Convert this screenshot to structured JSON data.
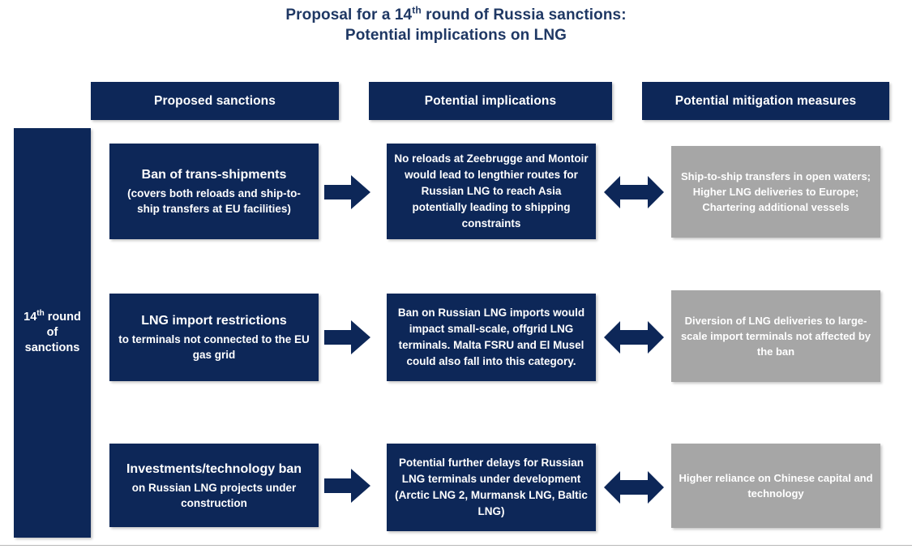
{
  "title": {
    "line1_pre": "Proposal for a 14",
    "line1_sup": "th",
    "line1_post": " round of Russia sanctions:",
    "line2": "Potential implications on LNG"
  },
  "left_bar": {
    "num": "14",
    "sup": "th",
    "line1_rest": " round",
    "line2": "of",
    "line3": "sanctions"
  },
  "columns": [
    {
      "header": "Proposed sanctions"
    },
    {
      "header": "Potential implications"
    },
    {
      "header": "Potential mitigation measures"
    }
  ],
  "rows": [
    {
      "sanction_title": "Ban of trans-shipments",
      "sanction_sub": "(covers both reloads and ship-to-ship transfers at EU facilities)",
      "implication": "No reloads at Zeebrugge and Montoir would lead to lengthier routes for Russian LNG to reach Asia potentially leading to shipping constraints",
      "mitigation": "Ship-to-ship transfers in open waters; Higher LNG deliveries to Europe; Chartering additional vessels"
    },
    {
      "sanction_title": "LNG import restrictions",
      "sanction_sub": "to terminals not connected to the EU gas grid",
      "implication": "Ban on Russian LNG imports would impact small-scale, offgrid LNG terminals. Malta FSRU and El Musel could also fall into this category.",
      "mitigation": "Diversion of LNG deliveries to large-scale import terminals not affected by the ban"
    },
    {
      "sanction_title": "Investments/technology ban",
      "sanction_sub": "on Russian LNG projects under construction",
      "implication": "Potential further delays for Russian LNG terminals under development (Arctic LNG 2, Murmansk LNG, Baltic LNG)",
      "mitigation": "Higher reliance on Chinese capital and technology"
    }
  ],
  "icons": {
    "right_arrow": "arrow-right-icon",
    "double_arrow": "arrow-left-right-icon"
  },
  "colors": {
    "navy": "#0d2758",
    "gray": "#a6a6a6",
    "title_navy": "#1f3864",
    "white": "#ffffff"
  }
}
